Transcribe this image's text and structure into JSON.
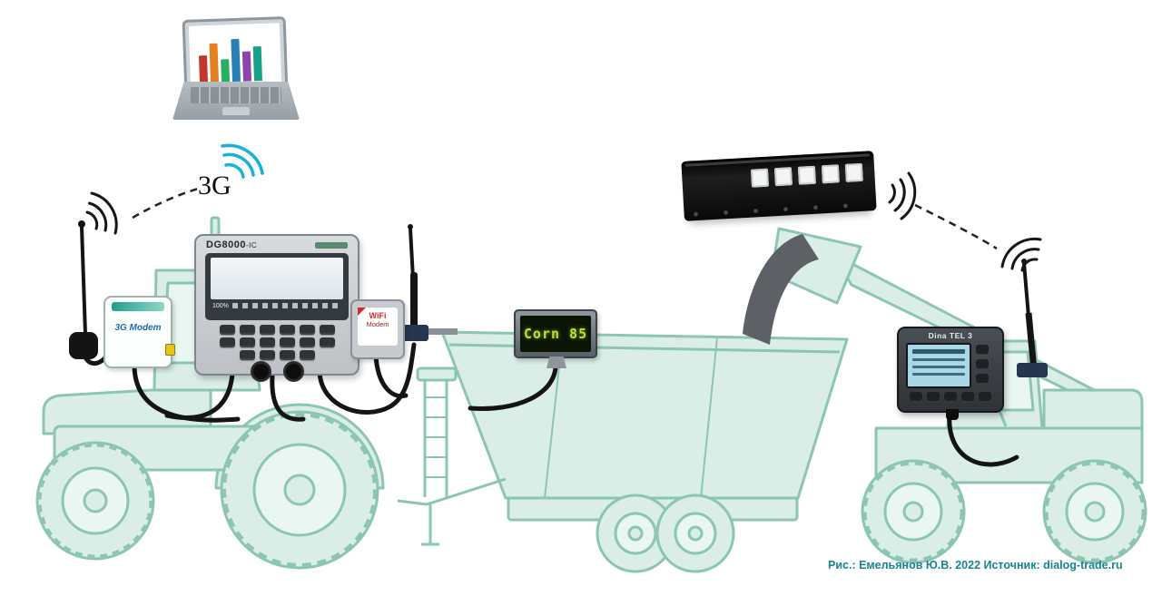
{
  "caption": {
    "text": "Рис.: Емельянов Ю.В. 2022 Источник: dialog-trade.ru"
  },
  "wireless": {
    "network_label": "3G"
  },
  "devices": {
    "laptop": {
      "chart_bars": [
        {
          "color": "#c0392b",
          "h": 55
        },
        {
          "color": "#e67e22",
          "h": 78
        },
        {
          "color": "#27ae60",
          "h": 45
        },
        {
          "color": "#2980b9",
          "h": 85
        },
        {
          "color": "#8e44ad",
          "h": 60
        },
        {
          "color": "#16a085",
          "h": 70
        }
      ]
    },
    "gsm_modem": {
      "label": "3G Modem"
    },
    "weighing_terminal": {
      "model": "DG8000",
      "model_suffix": "-IC",
      "status": "100%",
      "keypad_rows": [
        6,
        6,
        4
      ]
    },
    "wifi_modem": {
      "line1": "WiFi",
      "line2": "Modem"
    },
    "feed_program_display": {
      "text": "Corn 85"
    },
    "remote_display": {
      "window_count": 5
    },
    "loader_indicator": {
      "model": "Dina TEL 3",
      "side_key_count": 3,
      "bottom_key_count": 5
    }
  },
  "colors": {
    "outline_stroke": "#8cc5b4",
    "outline_fill": "#daeee7",
    "signal_cyan": "#17b2d4",
    "display_green": "#b8e23a",
    "lcd_blue": "#a9d7e6",
    "caption_teal": "#17858d"
  }
}
